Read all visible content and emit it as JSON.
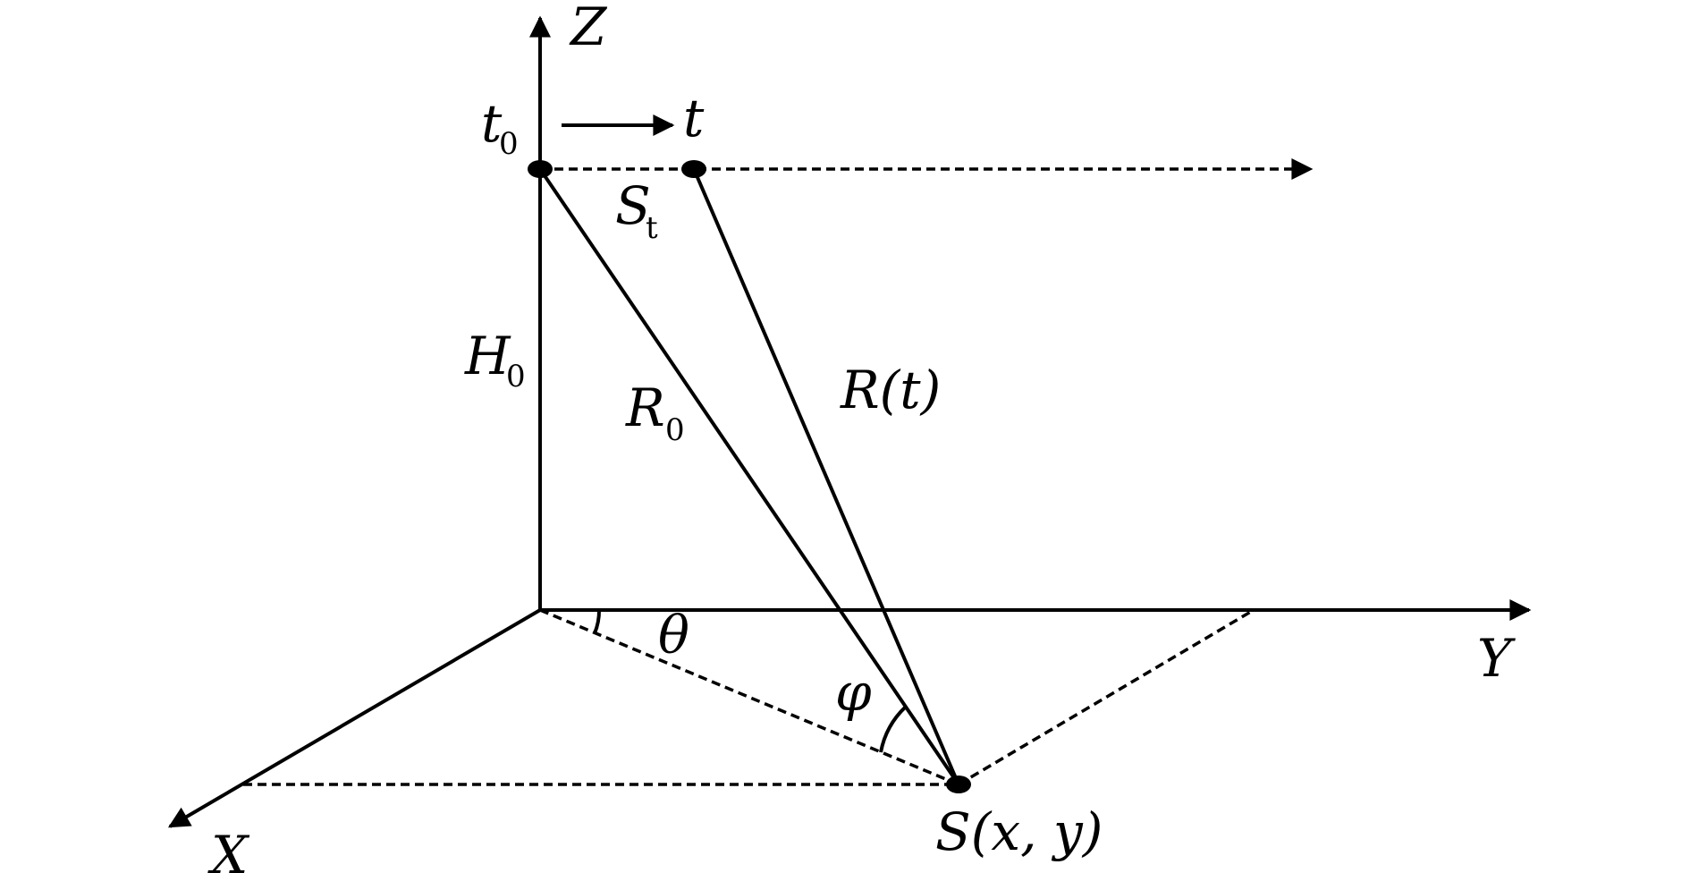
{
  "labels": {
    "z_axis": "Z",
    "y_axis": "Y",
    "x_axis": "X",
    "t0_main": "t",
    "t0_sub": "0",
    "t_label": "t",
    "st_main": "S",
    "st_sub": "t",
    "h0_main": "H",
    "h0_sub": "0",
    "r0_main": "R",
    "r0_sub": "0",
    "rt_label": "R(t)",
    "theta": "θ",
    "phi": "φ",
    "target_label": "S(x, y)"
  },
  "colors": {
    "stroke": "#000000",
    "background": "#ffffff"
  }
}
